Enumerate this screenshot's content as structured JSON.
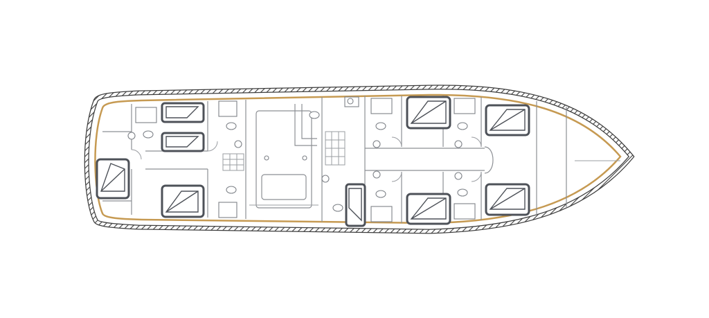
{
  "diagram": {
    "kind": "boat deck plan",
    "colors": {
      "background": "#ffffff",
      "hull_outline": "#444444",
      "inner_gunwale": "#c69a52",
      "walls": "#8c8f94",
      "beds": "#4d5158"
    },
    "cabins": [
      {
        "id": "aft-master",
        "bed": "double"
      },
      {
        "id": "aft-upper-port",
        "bed": "single"
      },
      {
        "id": "aft-upper-port-2",
        "bed": "single"
      },
      {
        "id": "aft-lower",
        "bed": "double"
      },
      {
        "id": "mid-lower-small",
        "bed": "single"
      },
      {
        "id": "fwd-upper-1",
        "bed": "double"
      },
      {
        "id": "fwd-upper-2",
        "bed": "double"
      },
      {
        "id": "fwd-lower-1",
        "bed": "double"
      },
      {
        "id": "fwd-lower-2",
        "bed": "double"
      }
    ],
    "icons": [
      "rope-hull-icon",
      "bed-icon",
      "toilet-icon",
      "shower-icon",
      "sink-icon",
      "stairs-icon"
    ]
  }
}
